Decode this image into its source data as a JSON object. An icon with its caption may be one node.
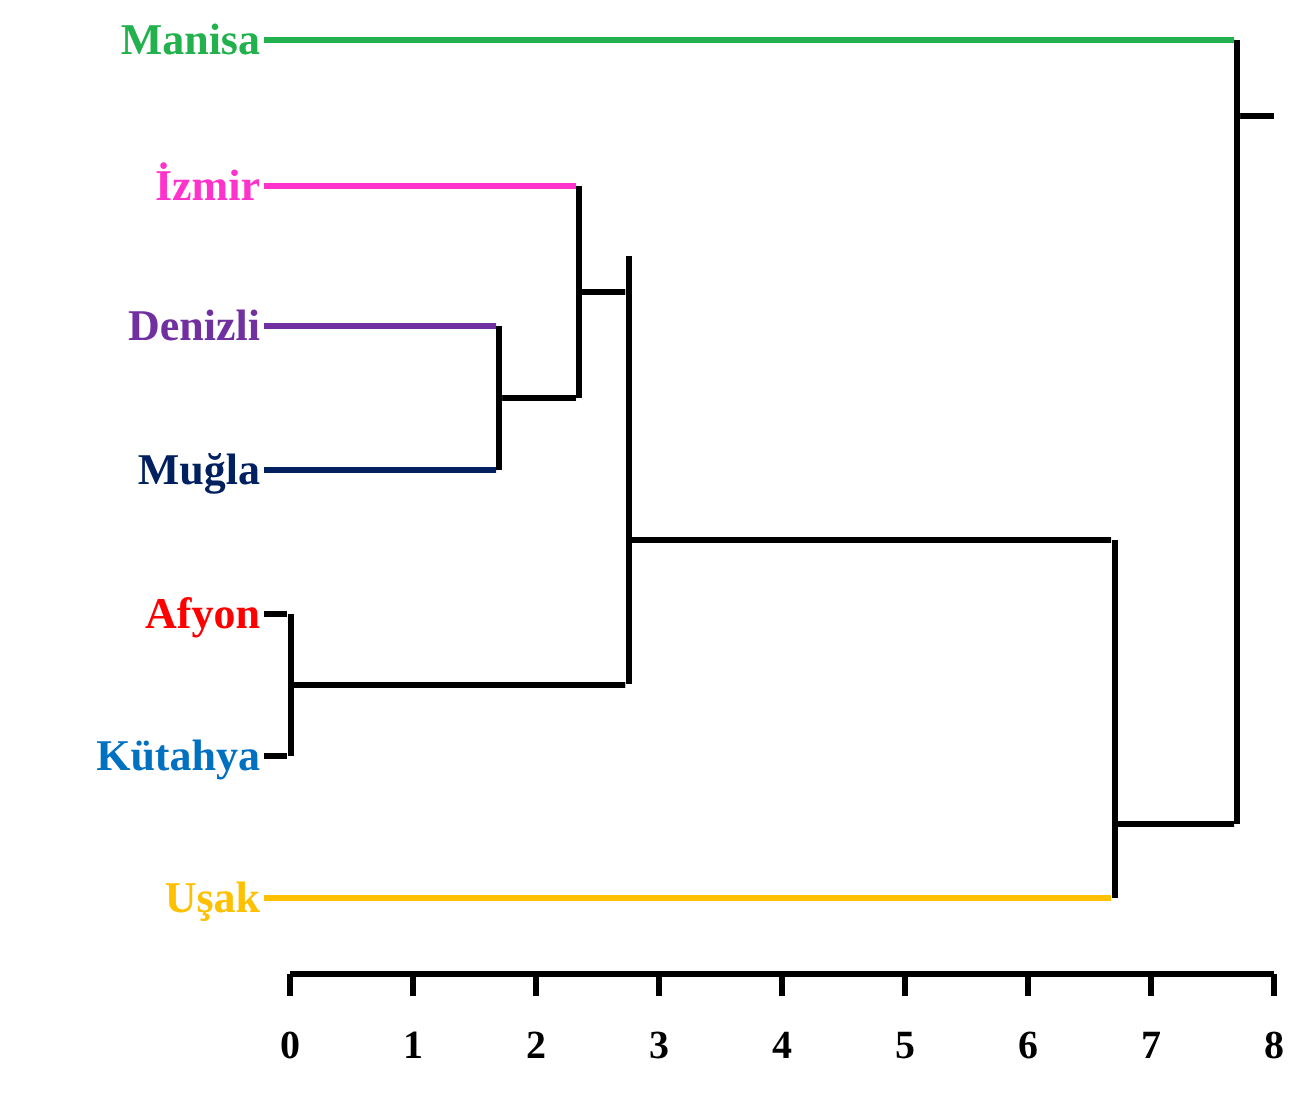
{
  "diagram": {
    "nodes": [
      {
        "text": [
          "Manisa"
        ]
      },
      {
        "text": [
          "İzmir"
        ]
      },
      {
        "text": [
          "Denizli"
        ]
      },
      {
        "text": [
          "Muğla"
        ]
      },
      {
        "text": [
          "Afyon"
        ]
      },
      {
        "text": [
          "Kütahya"
        ]
      },
      {
        "text": [
          "Uşak"
        ]
      },
      {
        "text": [],
        "shape": "bar"
      },
      {
        "text": [],
        "shape": "bar"
      },
      {
        "text": [],
        "shape": "bar"
      },
      {
        "text": [],
        "shape": "bar"
      },
      {
        "text": [],
        "shape": "bar"
      },
      {
        "text": [],
        "shape": "bar"
      }
    ],
    "edges": [
      {
        "from": 2,
        "to": 7,
        "arrow": "none",
        "color": "#7030a0"
      },
      {
        "from": 3,
        "to": 7,
        "arrow": "none",
        "color": "#002060"
      },
      {
        "from": 1,
        "to": 8,
        "arrow": "none",
        "color": "#ff33cc"
      },
      {
        "from": 7,
        "to": 8,
        "arrow": "none"
      },
      {
        "from": 4,
        "to": 9,
        "arrow": "none"
      },
      {
        "from": 5,
        "to": 9,
        "arrow": "none"
      },
      {
        "from": 8,
        "to": 10,
        "arrow": "none"
      },
      {
        "from": 9,
        "to": 10,
        "arrow": "none"
      },
      {
        "from": 10,
        "to": 11,
        "arrow": "none"
      },
      {
        "from": 6,
        "to": 11,
        "arrow": "none",
        "color": "#ffc000"
      },
      {
        "from": 11,
        "to": 12,
        "arrow": "none"
      },
      {
        "from": 0,
        "to": 12,
        "arrow": "none",
        "color": "#22b14c"
      },
      {
        "from": 12,
        "to": null,
        "arrow": "none"
      }
    ],
    "labels": [
      "0",
      "1",
      "2",
      "3",
      "4",
      "5",
      "6",
      "7",
      "8"
    ]
  }
}
